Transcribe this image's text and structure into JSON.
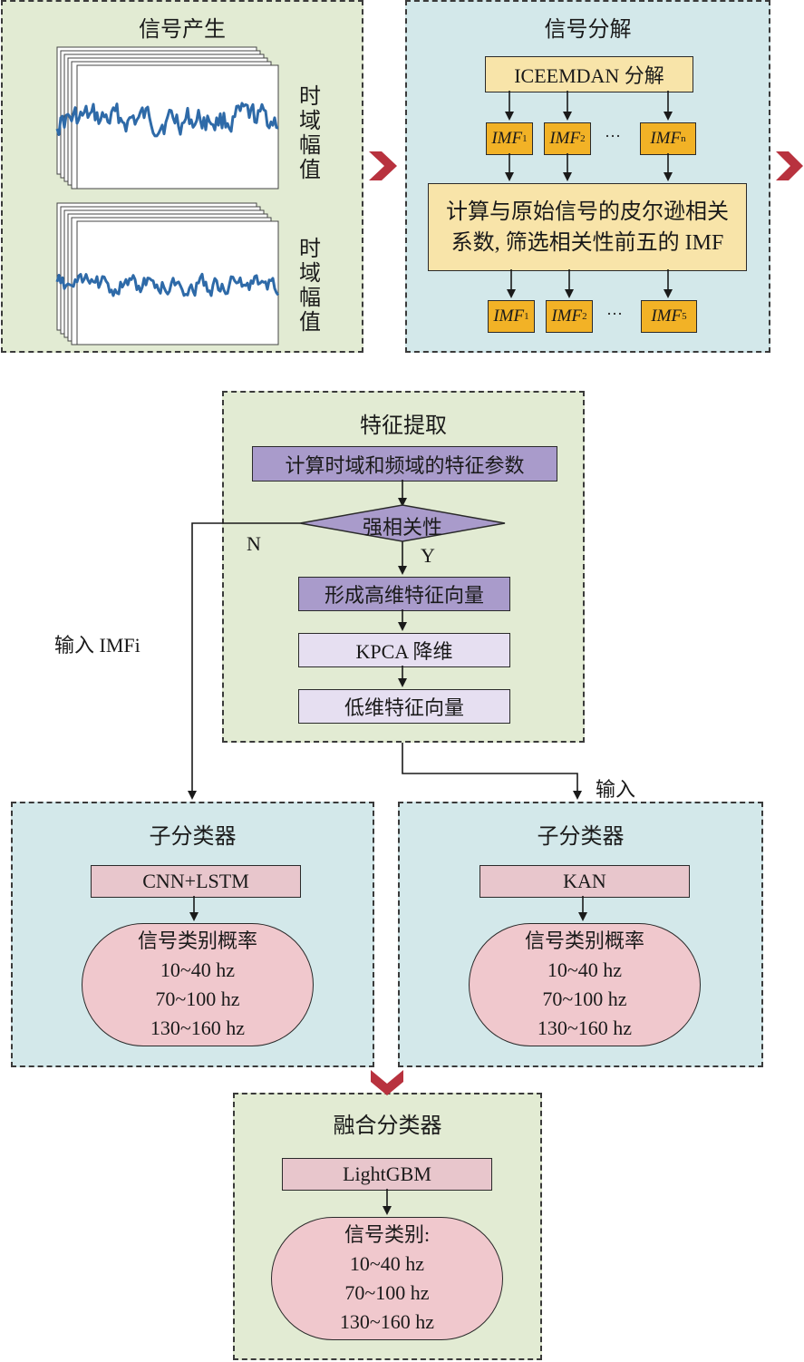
{
  "panels": {
    "generation": {
      "title": "信号产生",
      "labels": [
        "时域幅值",
        "时域幅值"
      ]
    },
    "decomposition": {
      "title": "信号分解",
      "method": "ICEEMDAN 分解",
      "imfs_top": [
        {
          "base": "IMF",
          "sub": "1"
        },
        {
          "base": "IMF",
          "sub": "2"
        },
        {
          "base": "IMF",
          "sub": "n"
        }
      ],
      "ellipsis": "···",
      "filter_lines": [
        "计算与原始信号的皮尔逊相关",
        "系数, 筛选相关性前五的 IMF"
      ],
      "imfs_bottom": [
        {
          "base": "IMF",
          "sub": "1"
        },
        {
          "base": "IMF",
          "sub": "2"
        },
        {
          "base": "IMF",
          "sub": "5"
        }
      ]
    },
    "feature": {
      "title": "特征提取",
      "calc": "计算时域和频域的特征参数",
      "decision": "强相关性",
      "yes": "Y",
      "no": "N",
      "form": "形成高维特征向量",
      "kpca": "KPCA 降维",
      "low": "低维特征向量"
    },
    "sub_left": {
      "title": "子分类器",
      "model": "CNN+LSTM",
      "result_lines": [
        "信号类别概率",
        "10~40 hz",
        "70~100 hz",
        "130~160 hz"
      ]
    },
    "sub_right": {
      "title": "子分类器",
      "model": "KAN",
      "result_lines": [
        "信号类别概率",
        "10~40 hz",
        "70~100 hz",
        "130~160 hz"
      ]
    },
    "fusion": {
      "title": "融合分类器",
      "model": "LightGBM",
      "result_lines": [
        "信号类别:",
        "10~40 hz",
        "70~100 hz",
        "130~160 hz"
      ]
    }
  },
  "edge_labels": {
    "input_imfi": "输入 IMFi",
    "input": "输入"
  },
  "colors": {
    "green_panel": "#e2ebd3",
    "blue_panel": "#d3e8ea",
    "yellow_box": "#f8e4a9",
    "orange_box": "#f2b226",
    "purple_box": "#a99bcb",
    "lilac_box": "#e6dff1",
    "pink_box": "#e8c6cc",
    "chevron": "#b8323e",
    "signal": "#2e6aa8"
  }
}
